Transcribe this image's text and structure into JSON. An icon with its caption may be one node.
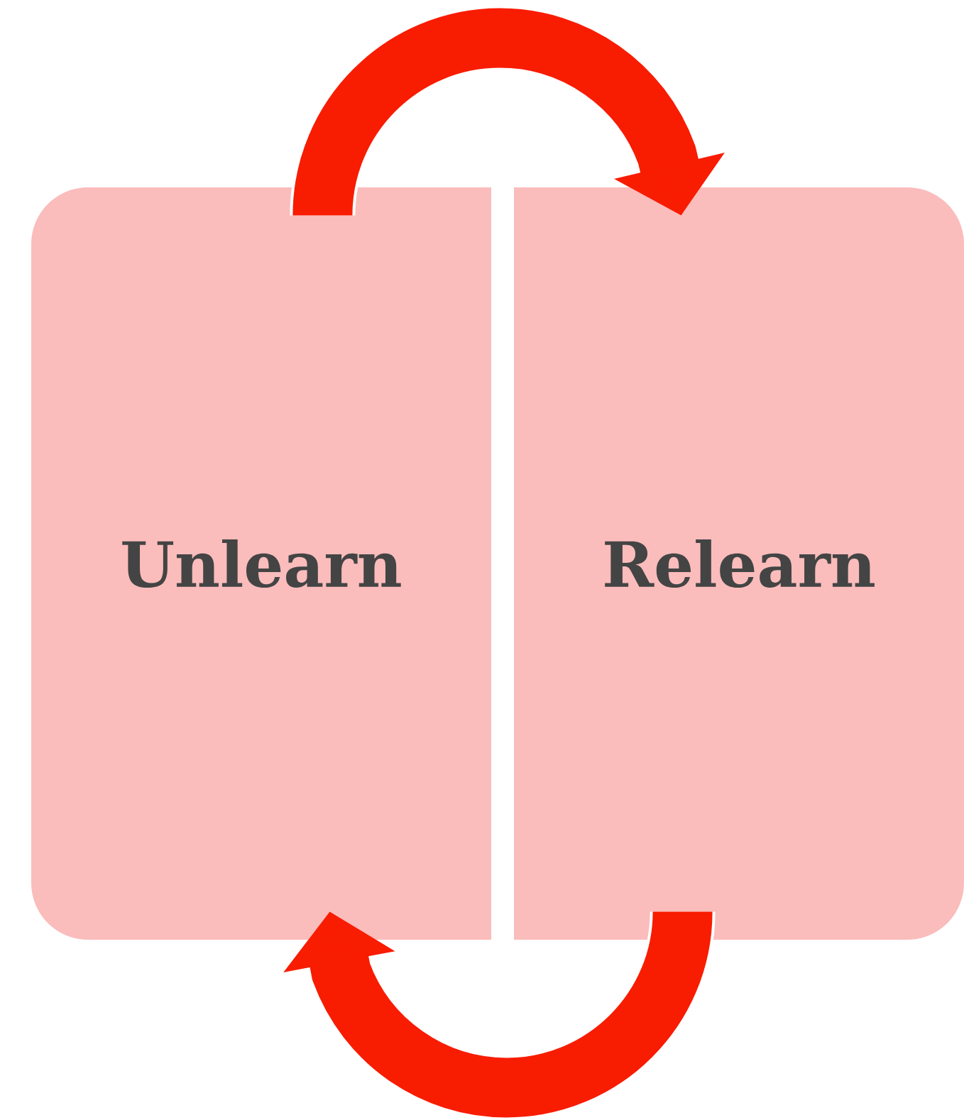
{
  "diagram": {
    "nodes": [
      {
        "text": [
          "Unlearn"
        ]
      },
      {
        "text": [
          "Relearn"
        ]
      }
    ],
    "edges": [
      {
        "from": 0,
        "to": 1,
        "arrow": "to"
      },
      {
        "from": 1,
        "to": 0,
        "arrow": "to"
      }
    ]
  }
}
